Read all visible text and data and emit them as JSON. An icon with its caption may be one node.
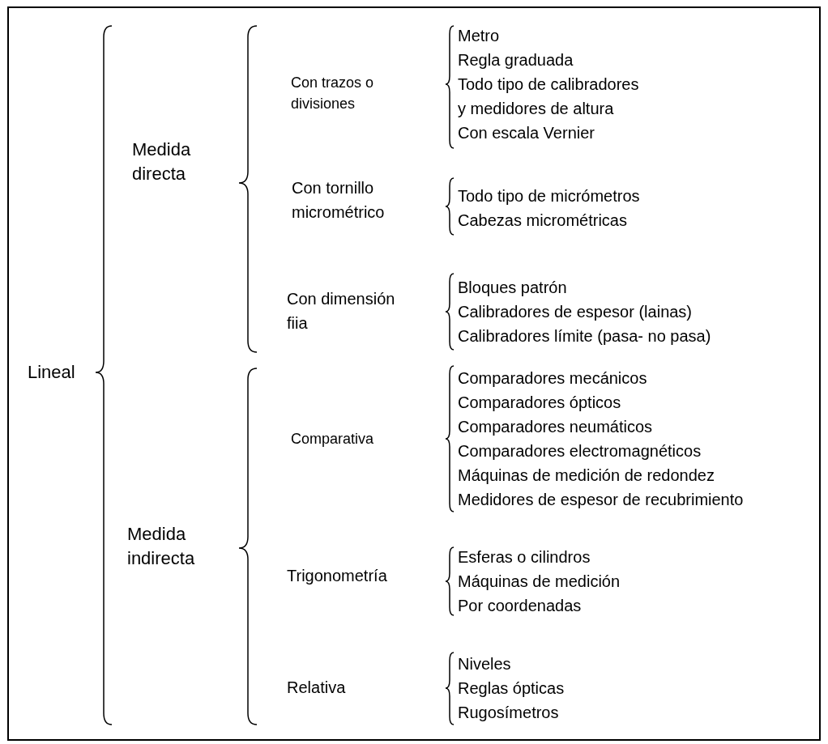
{
  "diagram": {
    "labels": [
      "Lineal",
      "Medida directa",
      "Con trazos o divisiones",
      "Metro",
      "Regla graduada",
      "Todo tipo de calibradores",
      "y medidores de altura",
      "Con escala Vernier",
      "Con tornillo micrométrico",
      "Todo tipo de micrómetros",
      "Cabezas micrométricas",
      "Con dimensión fiia",
      "Bloques patrón",
      "Calibradores de espesor (lainas)",
      "Calibradores límite (pasa- no pasa)",
      "Medida indirecta",
      "Comparativa",
      "Comparadores mecánicos",
      "Comparadores ópticos",
      "Comparadores neumáticos",
      "Comparadores electromagnéticos",
      "Máquinas de medición de redondez",
      "Medidores de espesor de recubrimiento",
      "Trigonometría",
      "Esferas o cilindros",
      "Máquinas de medición",
      "Por  coordenadas",
      "Relativa",
      "Niveles",
      "Reglas ópticas",
      "Rugosímetros"
    ]
  }
}
